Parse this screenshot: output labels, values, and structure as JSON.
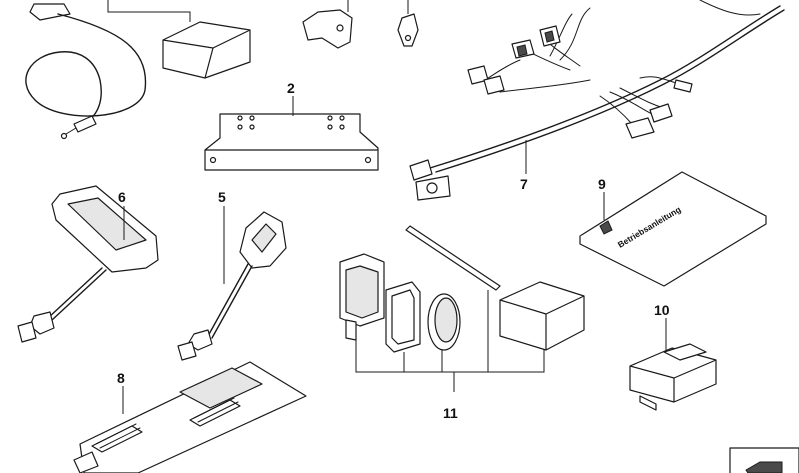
{
  "callouts": {
    "p2": "2",
    "p5": "5",
    "p6": "6",
    "p7": "7",
    "p8": "8",
    "p9": "9",
    "p10": "10",
    "p11": "11"
  },
  "manual": {
    "title": "Betriebsanleitung"
  },
  "icons": {
    "corner_logo": "pointing-arrow-logo"
  },
  "colors": {
    "line": "#1a1a1a",
    "background": "#ffffff"
  }
}
